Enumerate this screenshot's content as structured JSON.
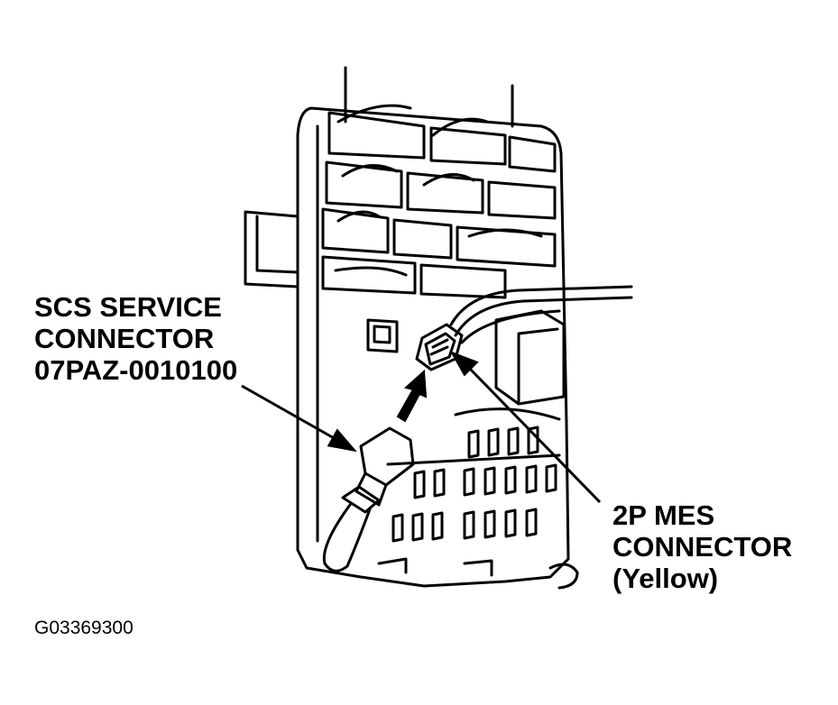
{
  "labels": {
    "scs_connector": [
      "SCS SERVICE",
      "CONNECTOR",
      "07PAZ-0010100"
    ],
    "mes_connector": [
      "2P MES",
      "CONNECTOR",
      "(Yellow)"
    ],
    "figure_id": "G03369300"
  },
  "colors": {
    "line": "#000000",
    "background": "#ffffff"
  }
}
